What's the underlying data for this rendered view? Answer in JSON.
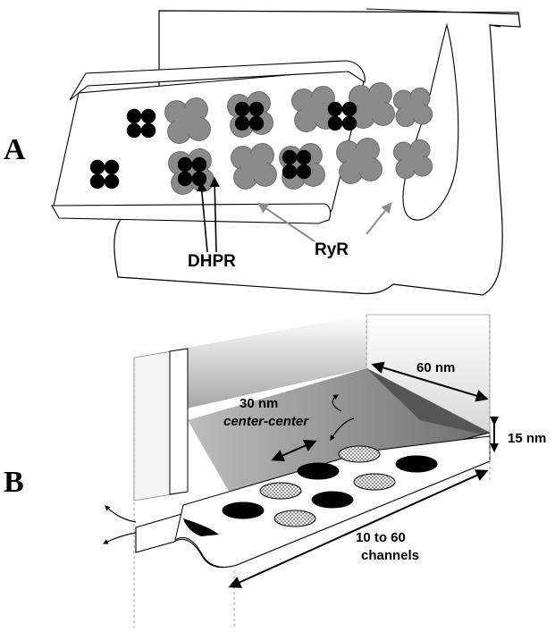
{
  "figure": {
    "panel_a": {
      "letter": "A",
      "labels": {
        "dhpr": "DHPR",
        "ryr": "RyR"
      }
    },
    "panel_b": {
      "letter": "B",
      "labels": {
        "spacing_line1": "30 nm",
        "spacing_line2": "center-center",
        "width": "60 nm",
        "height": "15 nm",
        "count_line1": "10 to 60",
        "count_line2": "channels"
      }
    }
  },
  "colors": {
    "ink": "#000000",
    "ryr_fill": "#8a8a8a",
    "ryr_stroke": "#6a6a6a",
    "gray_arrow": "#8c8c8c"
  }
}
